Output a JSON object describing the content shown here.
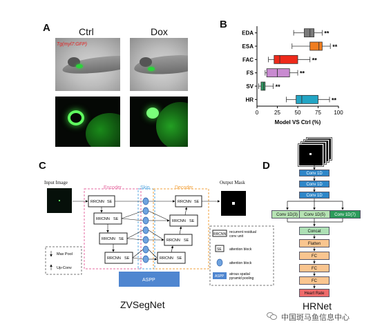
{
  "panels": {
    "a": "A",
    "b": "B",
    "c": "C",
    "d": "D"
  },
  "panel_a": {
    "ctrl_label": "Ctrl",
    "dox_label": "Dox",
    "transgene_label": "Tg(myl7:GFP)",
    "transgene_color": "#e32020"
  },
  "panel_c": {
    "input_label": "Input Image",
    "output_label": "Output Mask",
    "encoder_label": "Encoder",
    "skip_label": "Skip",
    "decoder_label": "Decoder",
    "rrcnn": "RRCNN",
    "se": "SE",
    "aspp": "ASPP",
    "legend": {
      "max_pool": "Max Pool",
      "up_conv": "Up-Conv",
      "rrcnn_desc": [
        "recurrent residual",
        "conv unit"
      ],
      "se_desc": "attention block",
      "attn_desc": "attention block",
      "aspp_desc": [
        "atrous spatial",
        "pyramid pooling"
      ]
    },
    "caption": "ZVSegNet",
    "colors": {
      "encoder": "#e56aa0",
      "skip": "#58a8e0",
      "decoder": "#f2a23c",
      "aspp": "#4f86d0"
    }
  },
  "panel_d": {
    "layers": [
      "Conv 1D",
      "Conv 1D",
      "Conv 1D"
    ],
    "branches": [
      "Conv 1D(3)",
      "Conv 1D(5)",
      "Conv 1D(7)"
    ],
    "concat": "Concat",
    "flatten": "Flatten",
    "fc": [
      "FC",
      "FC",
      "FC"
    ],
    "output": "Heart Rate",
    "caption": "HRNet",
    "colors": {
      "conv": "#2e86c8",
      "branch": "#b6e3b3",
      "branch_last": "#2c9b5a",
      "concat": "#aee0b5",
      "fc": "#f9c58f",
      "output": "#ee6b6b"
    }
  },
  "watermark": "中国斑马鱼信息中心",
  "chart_data": {
    "type": "box",
    "title": "",
    "xlabel": "Model VS Ctrl (%)",
    "ylabel": "",
    "xlim": [
      0,
      100
    ],
    "xticks": [
      0,
      25,
      50,
      75,
      100
    ],
    "grid": false,
    "categories": [
      "EDA",
      "ESA",
      "FAC",
      "FS",
      "SV",
      "HR"
    ],
    "significance": [
      "**",
      "**",
      "**",
      "**",
      "**",
      "**"
    ],
    "colors": [
      "#7a7a7a",
      "#f07d1f",
      "#ee2a1b",
      "#c88ad0",
      "#2f9a62",
      "#23a5c4"
    ],
    "boxes": [
      {
        "min": 45,
        "q1": 58,
        "median": 65,
        "q3": 70,
        "max": 80
      },
      {
        "min": 43,
        "q1": 65,
        "median": 76,
        "q3": 80,
        "max": 90
      },
      {
        "min": 14,
        "q1": 21,
        "median": 28,
        "q3": 50,
        "max": 65
      },
      {
        "min": 10,
        "q1": 12,
        "median": 25,
        "q3": 40,
        "max": 50
      },
      {
        "min": 2,
        "q1": 5,
        "median": 8,
        "q3": 10,
        "max": 20
      },
      {
        "min": 36,
        "q1": 48,
        "median": 55,
        "q3": 75,
        "max": 89
      }
    ]
  }
}
